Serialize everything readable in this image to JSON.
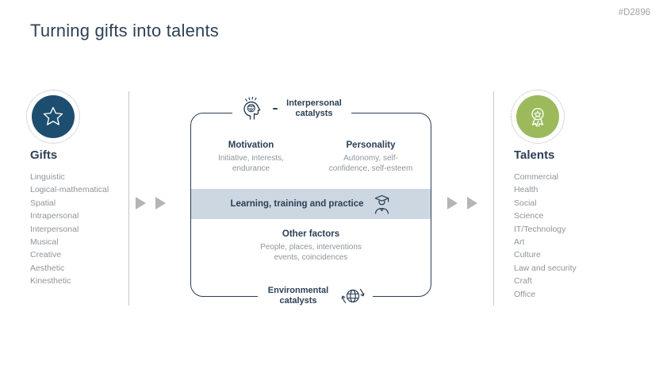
{
  "slide": {
    "title": "Turning gifts into talents",
    "id": "#D2896"
  },
  "gifts": {
    "heading": "Gifts",
    "icon": "star-icon",
    "items": [
      "Linguistic",
      "Logical-mathematical",
      "Spatial",
      "Intrapersonal",
      "Interpersonal",
      "Musical",
      "Creative",
      "Aesthetic",
      "Kinesthetic"
    ]
  },
  "talents": {
    "heading": "Talents",
    "icon": "medal-icon",
    "items": [
      "Commercial",
      "Health",
      "Social",
      "Science",
      "IT/Technology",
      "Art",
      "Culture",
      "Law and security",
      "Craft",
      "Office"
    ]
  },
  "diagram": {
    "top_label": "Interpersonal catalysts",
    "bottom_label": "Environmental catalysts",
    "motivation": {
      "title": "Motivation",
      "subtitle": "Initiative, interests,\nendurance"
    },
    "personality": {
      "title": "Personality",
      "subtitle": "Autonomy, self-\nconfidence, self-esteem"
    },
    "band": {
      "title": "Learning, training and practice"
    },
    "other": {
      "title": "Other factors",
      "subtitle": "People, places, interventions\nevents, coincidences"
    }
  },
  "colors": {
    "navy_text": "#2b3f55",
    "circle_navy": "#1d4e70",
    "circle_green": "#9cba5c",
    "band_fill": "#cdd7e2",
    "gray_text": "#909599",
    "arrow_gray": "#b5b5b5",
    "divider_gray": "#c6c6c6"
  }
}
